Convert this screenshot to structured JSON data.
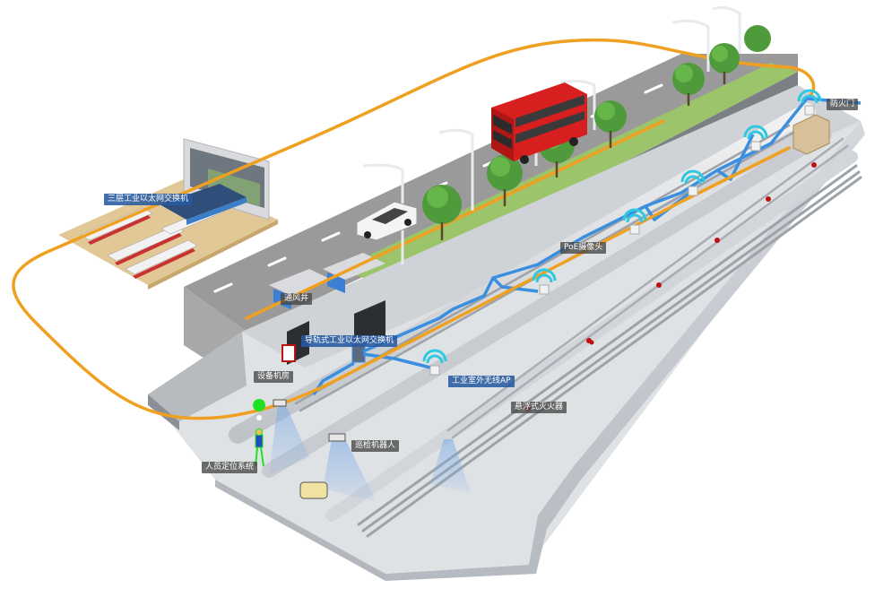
{
  "diagram": {
    "type": "isometric utility tunnel system illustration",
    "colors": {
      "fiber_cable": "#f0a020",
      "network_pipe": "#3a8fe0",
      "wifi_signal": "#30c8e0",
      "road": "#8a8a8a",
      "grass": "#9cc46a",
      "concrete": "#c9ccd0",
      "bus": "#d81f1f",
      "label_blue": "#285aa0",
      "label_gray": "#464646",
      "locator_green": "#22e022",
      "extinguisher_red": "#c01010"
    }
  },
  "labels": {
    "l3_switch": "三层工业以太网交换机",
    "vent_shaft": "通风井",
    "din_rail_switch": "导轨式工业以太网交换机",
    "equipment_room": "设备机房",
    "poe_camera": "PoE摄像头",
    "outdoor_ap": "工业室外无线AP",
    "fire_extinguisher": "悬浮式灭火器",
    "inspection_robot": "巡检机器人",
    "personnel_positioning": "人员定位系统",
    "fire_door": "防火门"
  }
}
